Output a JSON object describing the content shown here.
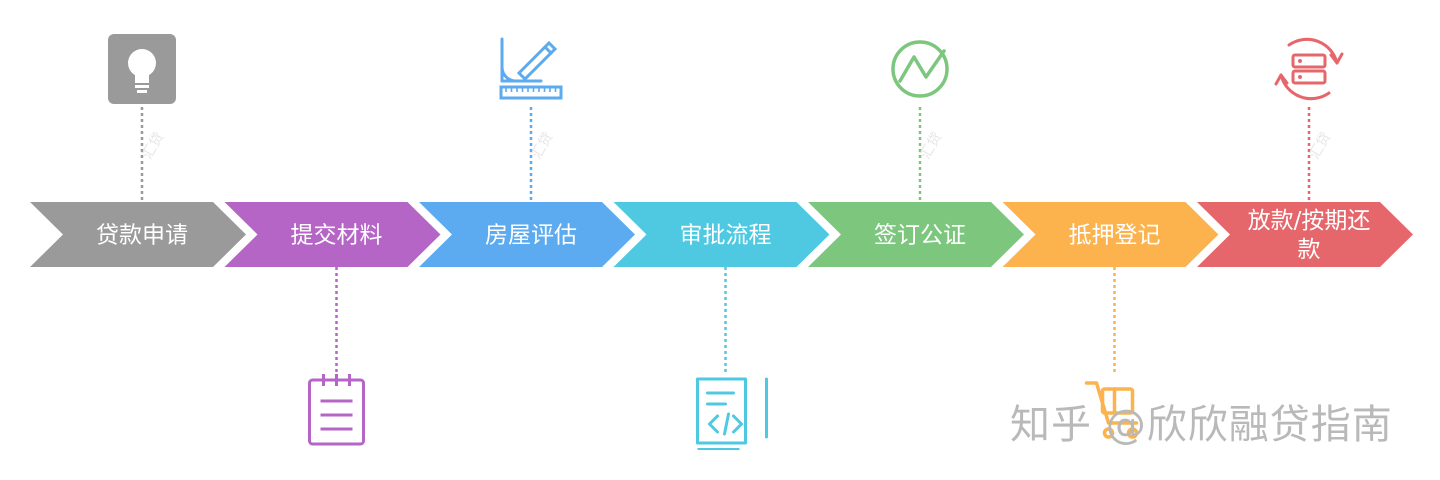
{
  "steps": [
    {
      "id": "apply",
      "label_lines": [
        "贷款申请"
      ],
      "color": "#9a9a9a",
      "icon": "lightbulb-icon",
      "icon_position": "top"
    },
    {
      "id": "submit",
      "label_lines": [
        "提交材料"
      ],
      "color": "#b565c6",
      "icon": "clipboard-icon",
      "icon_position": "bottom"
    },
    {
      "id": "assess",
      "label_lines": [
        "房屋评估"
      ],
      "color": "#5caaf0",
      "icon": "ruler-pen-icon",
      "icon_position": "top"
    },
    {
      "id": "approve",
      "label_lines": [
        "审批流程"
      ],
      "color": "#4ec9e1",
      "icon": "code-document-icon",
      "icon_position": "bottom"
    },
    {
      "id": "notarize",
      "label_lines": [
        "签订公证"
      ],
      "color": "#7cc67e",
      "icon": "trend-circle-icon",
      "icon_position": "top"
    },
    {
      "id": "mortgage",
      "label_lines": [
        "抵押登记"
      ],
      "color": "#fcb34e",
      "icon": "cart-icon",
      "icon_position": "bottom"
    },
    {
      "id": "release",
      "label_lines": [
        "放款/按期还",
        "款"
      ],
      "color": "#e6676b",
      "icon": "server-refresh-icon",
      "icon_position": "top"
    }
  ],
  "watermark": {
    "brand": "知乎 @欣欣融贷指南",
    "text": "汇贷"
  }
}
